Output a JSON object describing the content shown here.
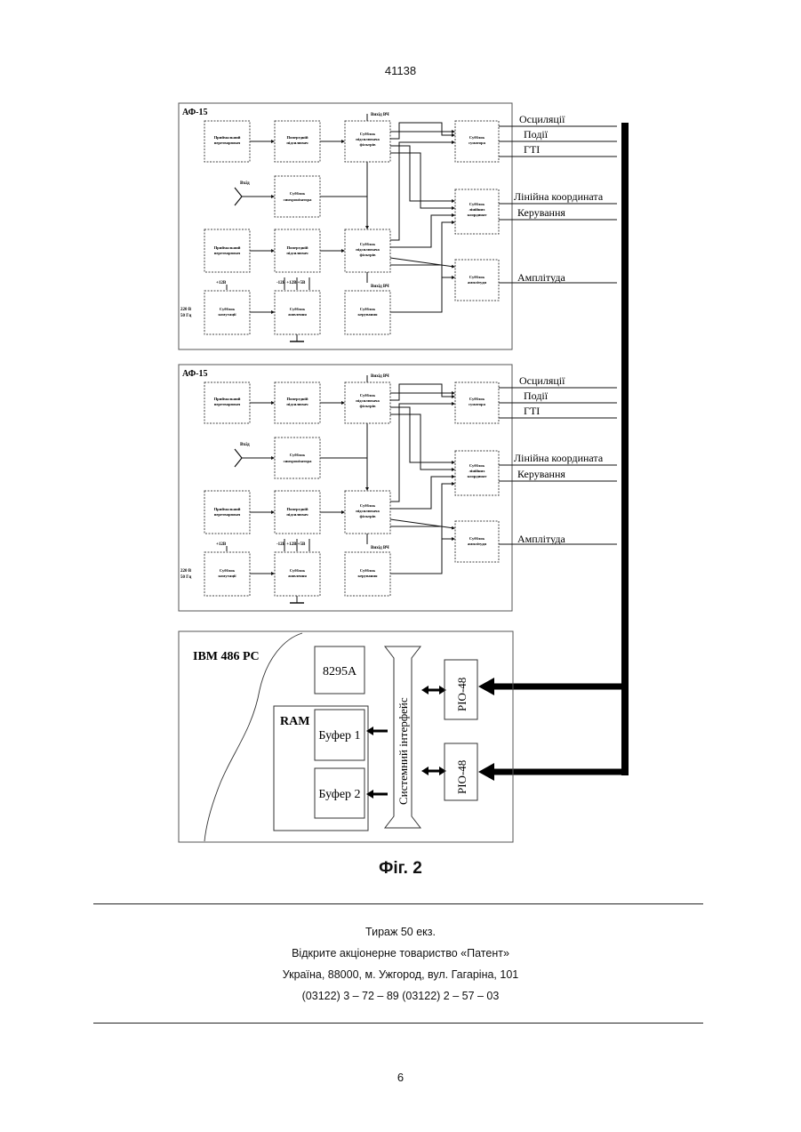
{
  "header": {
    "page_number": "41138"
  },
  "figure": {
    "caption": "Фіг. 2",
    "unit_title": "АФ-15",
    "blocks": {
      "rx1": [
        "Приймальний",
        "перетворювач"
      ],
      "pre1": [
        "Попередній",
        "підсилювач"
      ],
      "filt1": [
        "Субблок",
        "підсилювача",
        "фільтрів"
      ],
      "sync": [
        "Субблок",
        "синхронізатора"
      ],
      "summ": [
        "Субблок",
        "суматора"
      ],
      "linc": [
        "Субблок",
        "лінійних",
        "координат"
      ],
      "ampl": [
        "Субблок",
        "амплітуди"
      ],
      "comm": [
        "Субблок",
        "комутації"
      ],
      "power": [
        "Субблок",
        "живлення"
      ],
      "ctrl": [
        "Субблок",
        "керування"
      ]
    },
    "small_labels": {
      "hf_out": "Вихід ВЧ",
      "input": "Вхід",
      "plus12": "+12В",
      "voltages": "-12В +12В +5В",
      "mains": [
        "220 В",
        "50 Гц"
      ]
    },
    "outputs": [
      "Осциляції",
      "Події",
      "ГТІ",
      "Лінійна координата",
      "Керування",
      "Амплітуда"
    ],
    "pc": {
      "title": "IBM 486 PC",
      "chip": "8295A",
      "ram": "RAM",
      "buffer1": "Буфер 1",
      "buffer2": "Буфер 2",
      "bus": "Системний інтерфейс",
      "pio": "PIO-48"
    }
  },
  "imprint": {
    "line1": "Тираж 50 екз.",
    "line2": "Відкрите акціонерне товариство «Патент»",
    "line3": "Україна, 88000, м. Ужгород, вул. Гагаріна, 101",
    "line4": "(03122) 3 – 72 – 89   (03122) 2 – 57 – 03"
  },
  "footer": {
    "page_number": "6"
  }
}
